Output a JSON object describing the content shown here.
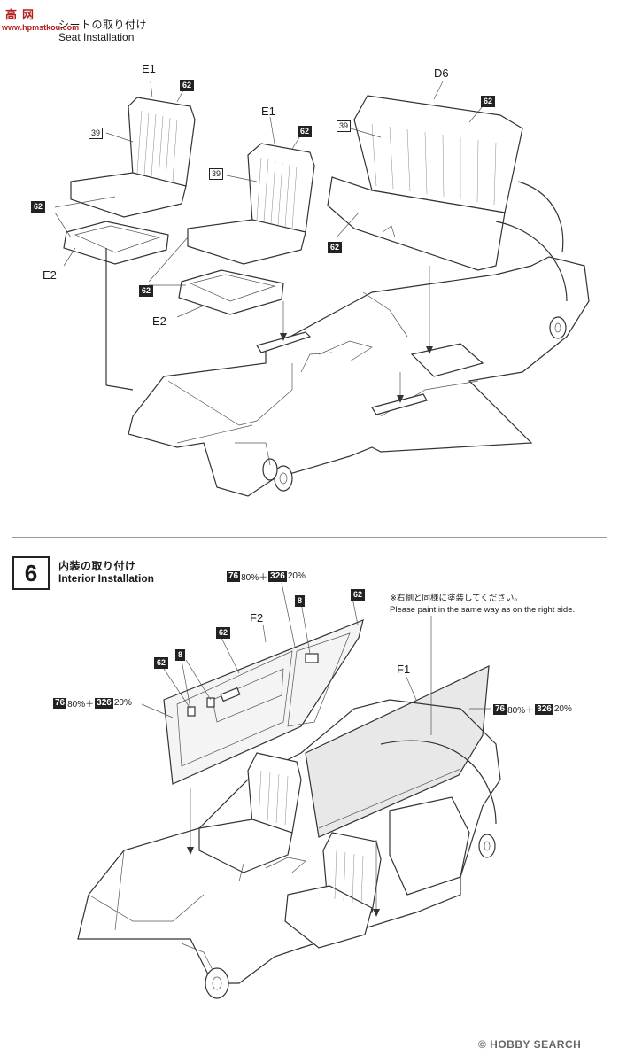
{
  "watermark": {
    "logo": "高",
    "logo2": "网",
    "url": "www.hpmstkou.com"
  },
  "step5": {
    "title_jp": "シートの取り付け",
    "title_en": "Seat Installation",
    "labels": {
      "e1_left": "E1",
      "e1_mid": "E1",
      "d6": "D6",
      "e2_left": "E2",
      "e2_mid": "E2"
    },
    "tags": {
      "t62": "62",
      "t39": "39"
    }
  },
  "step6": {
    "number": "6",
    "title_jp": "内装の取り付け",
    "title_en": "Interior Installation",
    "labels": {
      "f1": "F1",
      "f2": "F2"
    },
    "tags": {
      "t62": "62",
      "t8": "8"
    },
    "paint": {
      "c1": "76",
      "p1": "80%＋",
      "c2": "326",
      "p2": "20%"
    },
    "note_jp": "※右側と同様に塗装してください。",
    "note_en": "Please paint in the same way as on the right side."
  },
  "footer": {
    "brand": "© HOBBY SEARCH"
  }
}
